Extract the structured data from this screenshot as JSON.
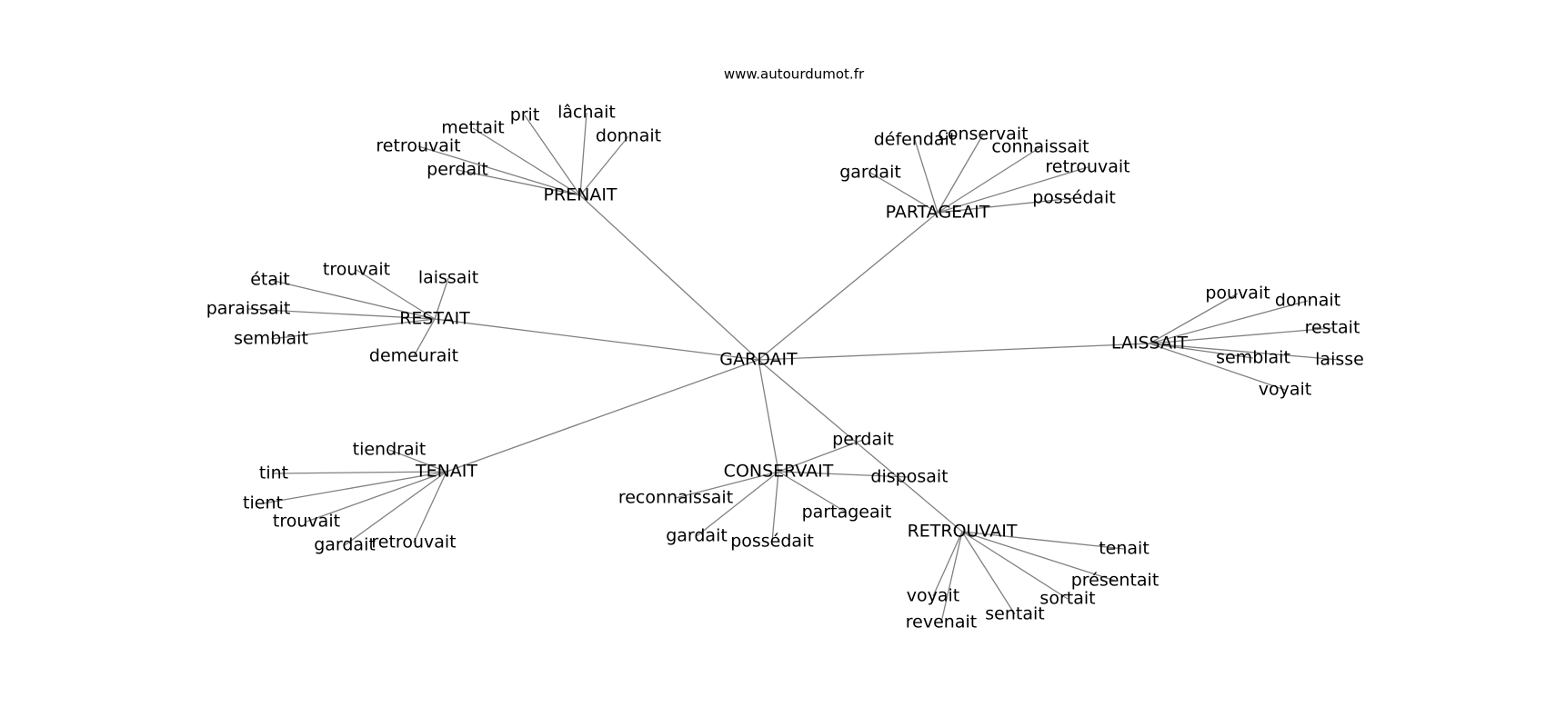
{
  "source": "www.autourdumot.fr",
  "center": "GARDAIT",
  "groups": [
    {
      "hub": "PRENAIT",
      "words": [
        "mettait",
        "prit",
        "lâchait",
        "donnait",
        "retrouvait",
        "perdait"
      ]
    },
    {
      "hub": "PARTAGEAIT",
      "words": [
        "défendait",
        "conservait",
        "connaissait",
        "gardait",
        "retrouvait",
        "possédait"
      ]
    },
    {
      "hub": "RESTAIT",
      "words": [
        "trouvait",
        "était",
        "laissait",
        "paraissait",
        "semblait",
        "demeurait"
      ]
    },
    {
      "hub": "LAISSAIT",
      "words": [
        "pouvait",
        "donnait",
        "restait",
        "semblait",
        "laisse",
        "voyait"
      ]
    },
    {
      "hub": "TENAIT",
      "words": [
        "tiendrait",
        "tint",
        "tient",
        "trouvait",
        "gardait",
        "retrouvait"
      ]
    },
    {
      "hub": "CONSERVAIT",
      "words": [
        "perdait",
        "reconnaissait",
        "disposait",
        "partageait",
        "gardait",
        "possédait"
      ]
    },
    {
      "hub": "RETROUVAIT",
      "words": [
        "tenait",
        "présentait",
        "sortait",
        "voyait",
        "revenait",
        "sentait"
      ]
    }
  ]
}
